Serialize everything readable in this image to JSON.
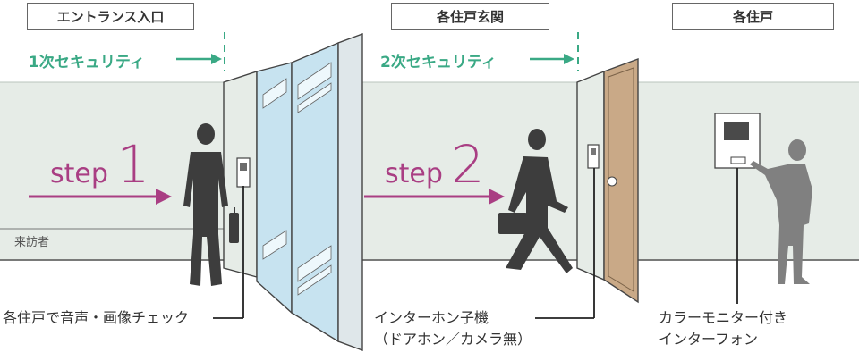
{
  "zones": {
    "entrance": "エントランス入口",
    "front_door": "各住戸玄関",
    "unit": "各住戸"
  },
  "security": {
    "first": "1次セキュリティ",
    "second": "2次セキュリティ"
  },
  "steps": {
    "word": "step",
    "one": "1",
    "two": "2"
  },
  "visitor_label": "来訪者",
  "captions": {
    "unit_check": "各住戸で音声・画像チェック",
    "door_handset_1": "インターホン子機",
    "door_handset_2": "（ドアホン／カメラ無）",
    "monitor_1": "カラーモニター付き",
    "monitor_2": "インターフォン"
  },
  "colors": {
    "wall": "#e6ece7",
    "line": "#333333",
    "accent_green": "#3aa985",
    "accent_purple": "#a93e83",
    "glass": "#c7e3f0",
    "door": "#c9a987",
    "person": "#3d3d3d",
    "person_light": "#808080"
  },
  "icons": [
    "person-icon",
    "briefcase-icon",
    "woman-icon",
    "intercom-panel-icon",
    "monitor-intercom-icon",
    "arrow-icon"
  ]
}
